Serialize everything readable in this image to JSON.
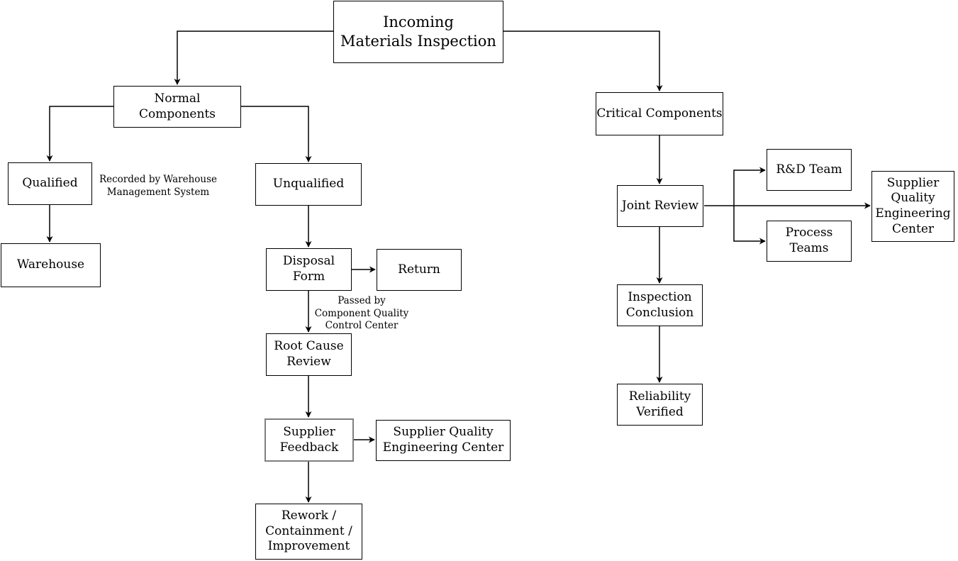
{
  "diagram": {
    "colors": {
      "background": "#ffffff",
      "line": "#000000",
      "node_border": "#000000",
      "selected_node_border": "#7f7f7f",
      "text": "#000000"
    },
    "nodes": {
      "title": {
        "label": "Incoming\nMaterials Inspection"
      },
      "normal": {
        "label": "Normal Components"
      },
      "critical": {
        "label": "Critical Components"
      },
      "qualified": {
        "label": "Qualified"
      },
      "unqualified": {
        "label": "Unqualified"
      },
      "warehouse": {
        "label": "Warehouse"
      },
      "disposal": {
        "label": "Disposal\nForm"
      },
      "return": {
        "label": "Return"
      },
      "root_cause": {
        "label": "Root Cause\nReview"
      },
      "supplier_feedback": {
        "label": "Supplier\nFeedback"
      },
      "sqec_left": {
        "label": "Supplier Quality\nEngineering Center"
      },
      "rework": {
        "label": "Rework /\nContainment /\nImprovement"
      },
      "joint_review": {
        "label": "Joint Review"
      },
      "rnd_team": {
        "label": "R&D Team"
      },
      "process_teams": {
        "label": "Process\nTeams"
      },
      "sqec_right": {
        "label": "Supplier\nQuality\nEngineering\nCenter"
      },
      "inspection_conclusion": {
        "label": "Inspection\nConclusion"
      },
      "reliability_verified": {
        "label": "Reliability\nVerified"
      }
    },
    "annotations": {
      "warehouse_note": {
        "text": "Recorded by Warehouse\nManagement System"
      },
      "quality_note": {
        "text": "Passed by\nComponent Quality\nControl Center"
      }
    }
  }
}
